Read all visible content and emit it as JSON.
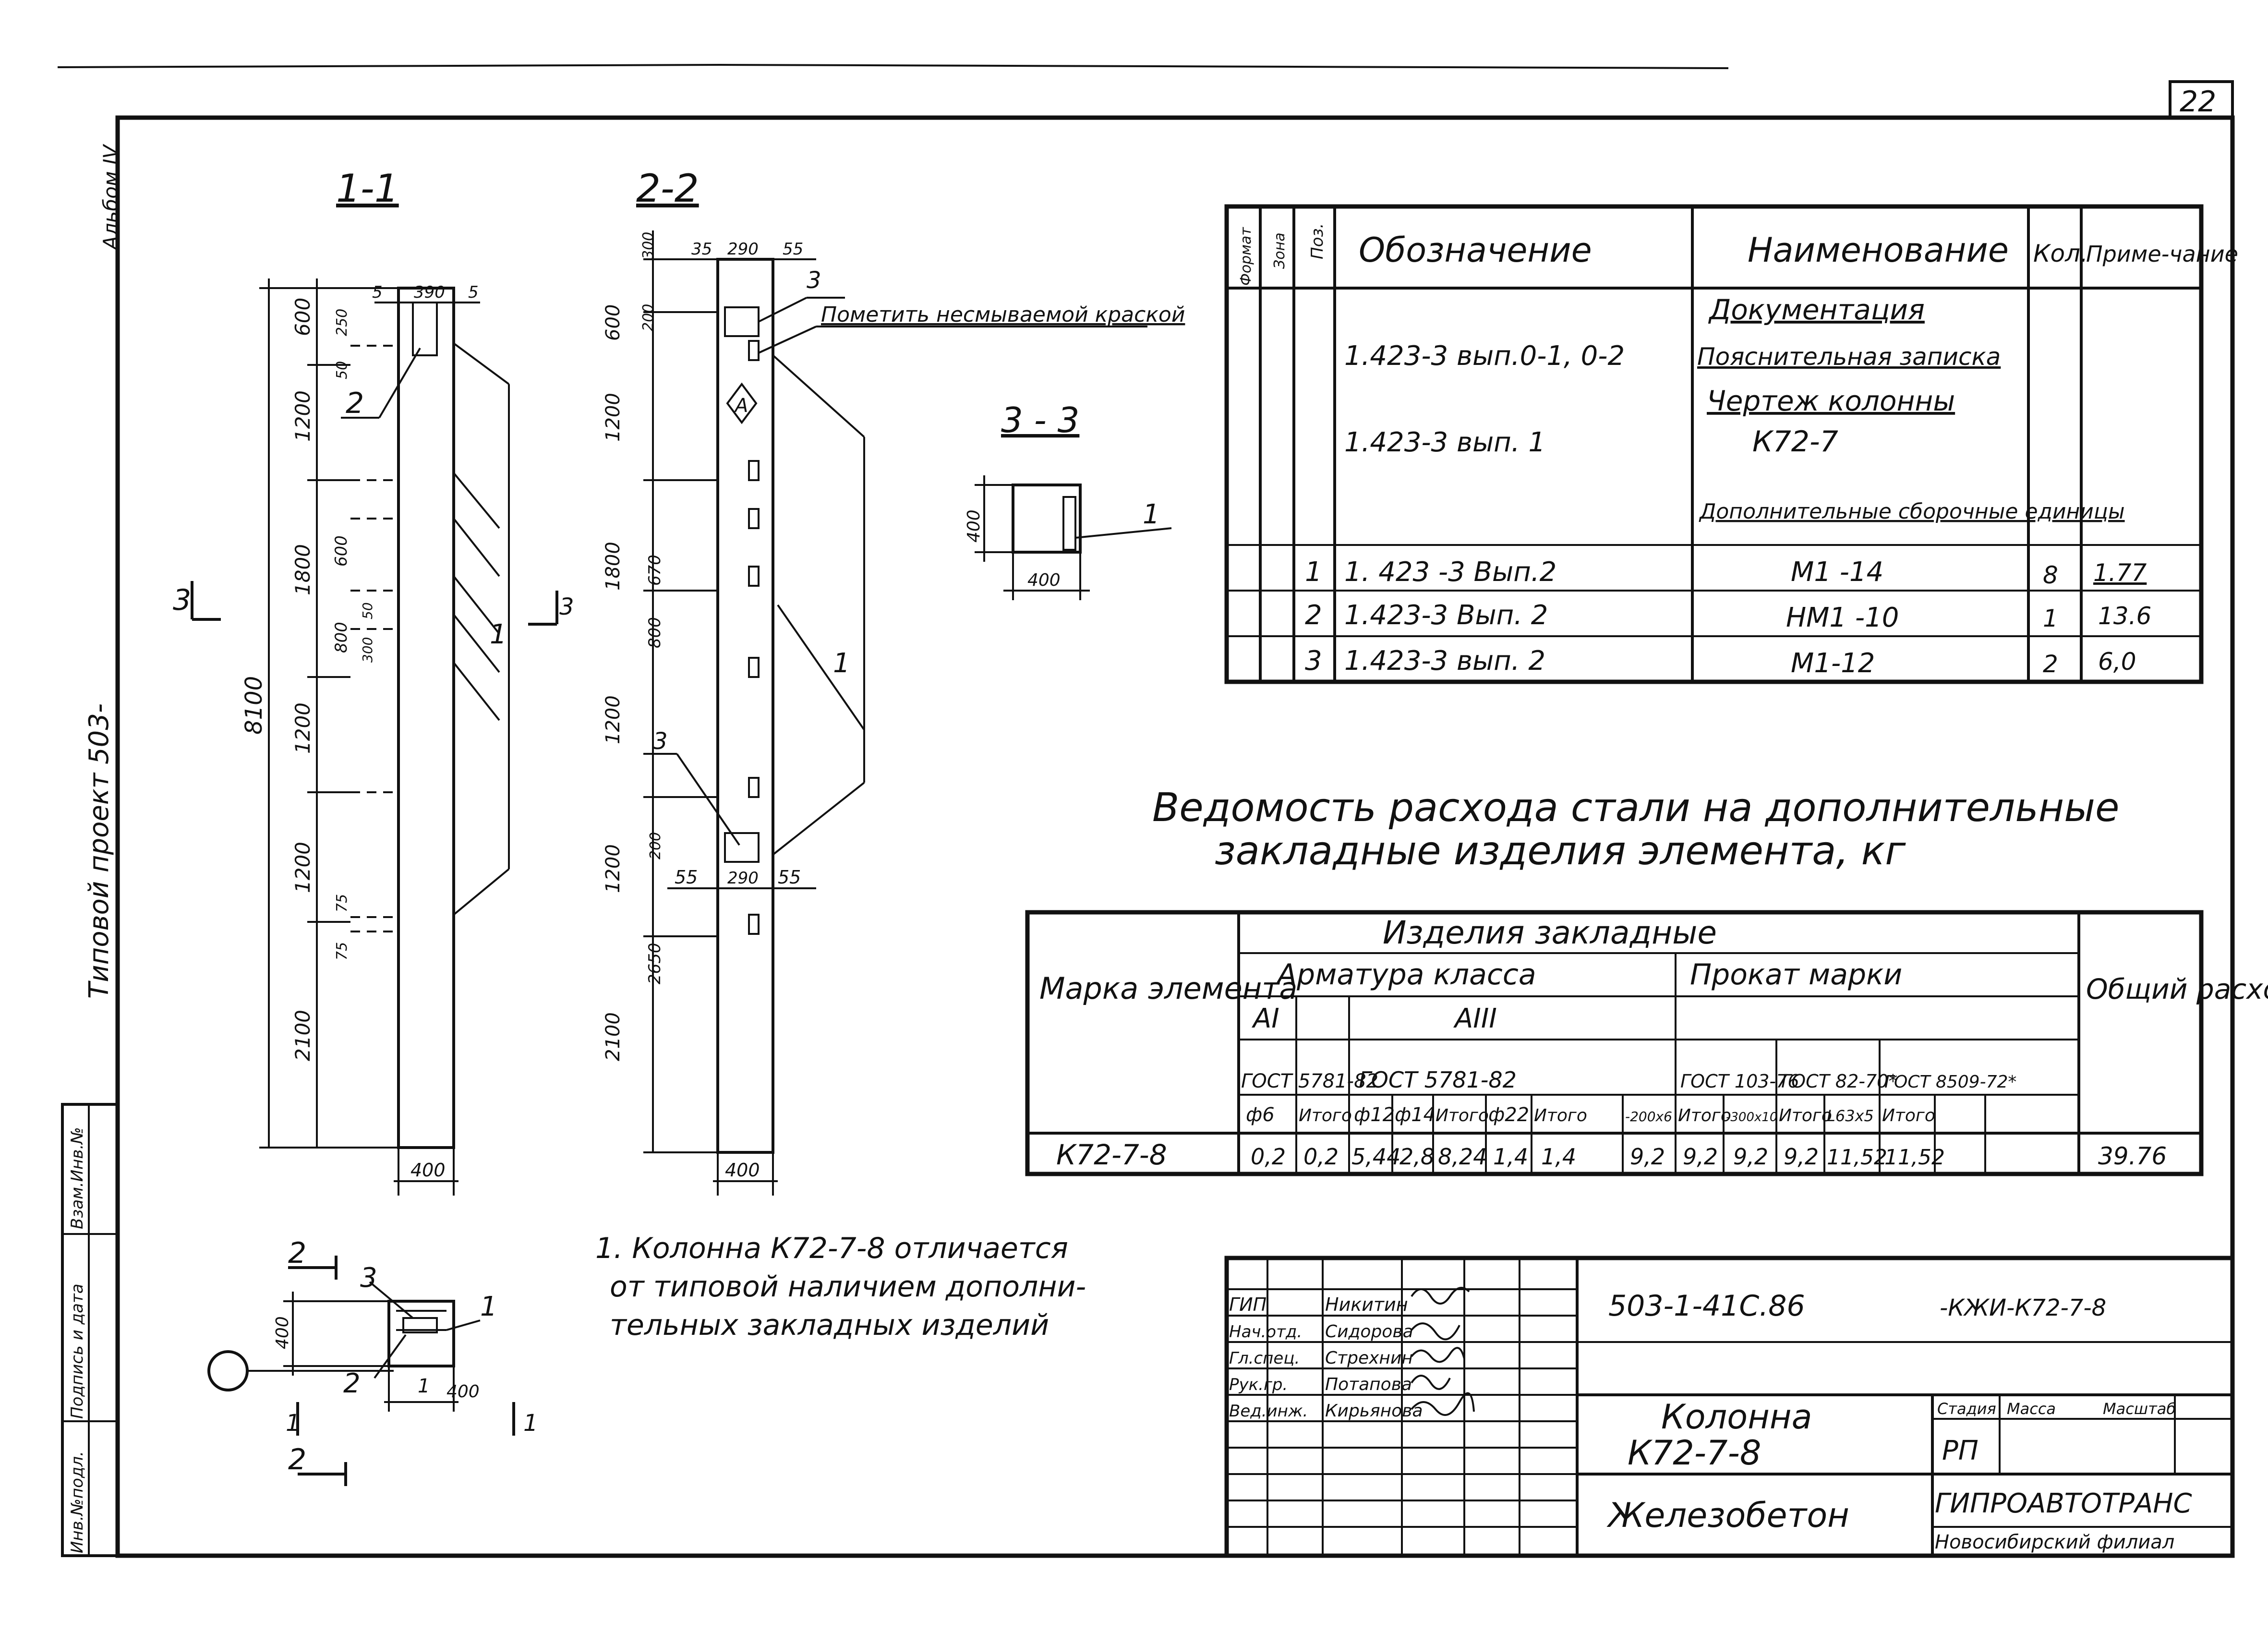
{
  "sheet": {
    "page_number": "22",
    "album": "Альбом IV",
    "series": "Типовой проект 503-",
    "side_stamp": [
      "Инв.№подл.",
      "Подпись и дата",
      "Взам.Инв.№"
    ]
  },
  "sections": {
    "s11": {
      "title": "1-1",
      "dims_left": [
        "600",
        "1200",
        "1800",
        "1200",
        "1200",
        "2100"
      ],
      "total": "8100",
      "dims_inner": [
        "250",
        "50",
        "600",
        "800",
        "50",
        "300",
        "75",
        "75"
      ],
      "top_dims": [
        "5",
        "390",
        "5"
      ],
      "width": "400",
      "marks": [
        "2",
        "1"
      ],
      "section_mark": "3",
      "section_mark_right": "3"
    },
    "s22": {
      "title": "2-2",
      "dims_left": [
        "600",
        "1200",
        "1800",
        "1200",
        "1200",
        "2100"
      ],
      "dims_inner": [
        "300",
        "200",
        "670",
        "800",
        "200",
        "2650"
      ],
      "top_dims": [
        "35",
        "290",
        "55"
      ],
      "bottom_dims": [
        "55",
        "290",
        "55"
      ],
      "width": "400",
      "note": "Пометить несмываемой краской",
      "note_line2": "",
      "diamond": "А",
      "marks": [
        "3",
        "3",
        "1"
      ]
    },
    "s33": {
      "title": "3 - 3",
      "h": "400",
      "w": "400",
      "mark": "1"
    },
    "plan": {
      "marks": [
        "3",
        "1",
        "2",
        "1",
        "1"
      ],
      "dims": [
        "400",
        "400"
      ],
      "arrows": [
        "2",
        "2",
        "1",
        "1"
      ]
    }
  },
  "spec": {
    "headers": [
      "Формат",
      "Зона",
      "Поз.",
      "Обозначение",
      "Наименование",
      "Кол.",
      "Приме-чание"
    ],
    "rows": [
      {
        "pos": "",
        "code": "",
        "name": "Документация",
        "qty": "",
        "note": ""
      },
      {
        "pos": "",
        "code": "1.423-3 вып.0-1, 0-2",
        "name": "Пояснительная записка",
        "qty": "",
        "note": ""
      },
      {
        "pos": "",
        "code": "",
        "name": "Чертеж колонны",
        "qty": "",
        "note": ""
      },
      {
        "pos": "",
        "code": "1.423-3 вып. 1",
        "name": "К72-7",
        "qty": "",
        "note": ""
      },
      {
        "pos": "",
        "code": "",
        "name": "Дополнительные сборочные единицы",
        "qty": "",
        "note": ""
      },
      {
        "pos": "1",
        "code": "1. 423 -3 Вып.2",
        "name": "М1 -14",
        "qty": "8",
        "note": "1.77"
      },
      {
        "pos": "2",
        "code": "1.423-3 Вып. 2",
        "name": "НМ1 -10",
        "qty": "1",
        "note": "13.6"
      },
      {
        "pos": "3",
        "code": "1.423-3 вып. 2",
        "name": "М1-12",
        "qty": "2",
        "note": "6,0"
      }
    ]
  },
  "steel": {
    "title_line1": "Ведомость расхода стали на дополнительные",
    "title_line2": "закладные изделия элемента, кг",
    "h_mark": "Марка элемента",
    "h_items": "Изделия закладные",
    "h_rebar": "Арматура класса",
    "h_rolled": "Прокат марки",
    "h_total": "Общий расход",
    "h_ai": "АI",
    "h_aiii": "АIII",
    "h_gost1": "ГОСТ 5781-82",
    "h_gost2": "ГОСТ 5781-82",
    "h_gost3": "ГОСТ 103-76",
    "h_gost4": "ГОСТ 82-70*",
    "h_gost5": "ГОСТ 8509-72*",
    "cols": [
      "ф6",
      "Итого",
      "ф12",
      "ф14",
      "Итого",
      "ф22",
      "Итого",
      "-200х6",
      "Итого",
      "-300х10",
      "Итого",
      "L63х5",
      "Итого"
    ],
    "row": {
      "mark": "К72-7-8",
      "values": [
        "0,2",
        "0,2",
        "5,44",
        "2,8",
        "8,24",
        "1,4",
        "1,4",
        "9,2",
        "9,2",
        "9,2",
        "9,2",
        "11,52",
        "11,52"
      ],
      "total": "39.76"
    }
  },
  "note": {
    "line1": "1. Колонна К72-7-8 отличается",
    "line2": "от типовой наличием дополни-",
    "line3": "тельных закладных изделий"
  },
  "title_block": {
    "code": "503-1-41С.86",
    "doc": "-КЖИ-К72-7-8",
    "roles": [
      "ГИП",
      "Нач.отд.",
      "Гл.спец.",
      "Рук.гр.",
      "Вед.инж."
    ],
    "names": [
      "Никитин",
      "Сидорова",
      "Стрехнин",
      "Потапова",
      "Кирьянова"
    ],
    "object": "Колонна",
    "object_mark": "К72-7-8",
    "material": "Железобетон",
    "stage_label": "Стадия",
    "mass_label": "Масса",
    "scale_label": "Масштаб",
    "stage": "РП",
    "org": "ГИПРОАВТОТРАНС",
    "branch": "Новосибирский филиал"
  }
}
